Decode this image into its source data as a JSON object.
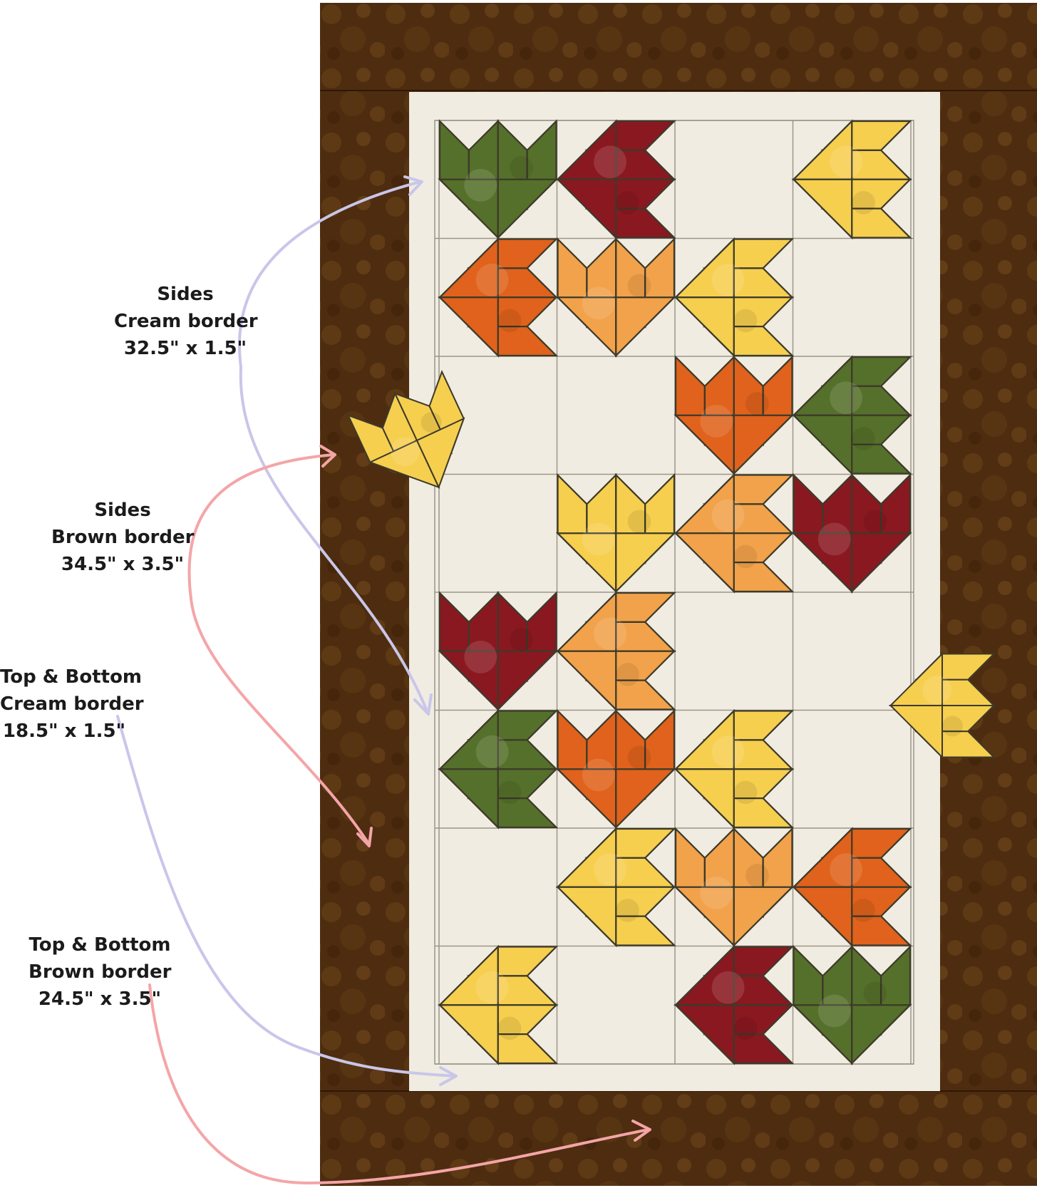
{
  "annotations": [
    {
      "id": "sides-cream",
      "line1": "Sides",
      "line2": "Cream border",
      "line3": "32.5\" x 1.5\""
    },
    {
      "id": "sides-brown",
      "line1": "Sides",
      "line2": "Brown border",
      "line3": "34.5\" x 3.5\""
    },
    {
      "id": "tb-cream",
      "line1": "Top & Bottom",
      "line2": "Cream border",
      "line3": "18.5\" x 1.5\""
    },
    {
      "id": "tb-brown",
      "line1": "Top & Bottom",
      "line2": "Brown border",
      "line3": "24.5\" x 3.5\""
    }
  ],
  "colors": {
    "brown_border": "#4e2c10",
    "brown_mottle": "#6b4517",
    "cream": "#f1ece1",
    "grid_line": "#9b958a",
    "arrow_lavender": "#c9c6ea",
    "arrow_pink": "#f4a5a8",
    "leaf_green": "#55702a",
    "leaf_red": "#8a1820",
    "leaf_orange": "#e0621c",
    "leaf_peach": "#f2a24a",
    "leaf_yellow": "#f6cf4f"
  },
  "leaves": [
    {
      "row": 0,
      "col": 0,
      "color": "green",
      "dir": "up"
    },
    {
      "row": 0,
      "col": 1,
      "color": "red",
      "dir": "right"
    },
    {
      "row": 0,
      "col": 3,
      "color": "yellow",
      "dir": "right"
    },
    {
      "row": 1,
      "col": 0,
      "color": "orange",
      "dir": "right"
    },
    {
      "row": 1,
      "col": 1,
      "color": "peach",
      "dir": "up"
    },
    {
      "row": 1,
      "col": 2,
      "color": "yellow",
      "dir": "right"
    },
    {
      "row": 2,
      "col": 2,
      "color": "orange",
      "dir": "up"
    },
    {
      "row": 2,
      "col": 3,
      "color": "green",
      "dir": "right"
    },
    {
      "row": 3,
      "col": 1,
      "color": "yellow",
      "dir": "up"
    },
    {
      "row": 3,
      "col": 2,
      "color": "peach",
      "dir": "right"
    },
    {
      "row": 3,
      "col": 3,
      "color": "red",
      "dir": "up"
    },
    {
      "row": 4,
      "col": 0,
      "color": "red",
      "dir": "up"
    },
    {
      "row": 4,
      "col": 1,
      "color": "peach",
      "dir": "right"
    },
    {
      "row": 5,
      "col": 0,
      "color": "green",
      "dir": "right"
    },
    {
      "row": 5,
      "col": 1,
      "color": "orange",
      "dir": "up"
    },
    {
      "row": 5,
      "col": 2,
      "color": "yellow",
      "dir": "right"
    },
    {
      "row": 6,
      "col": 1,
      "color": "yellow",
      "dir": "right"
    },
    {
      "row": 6,
      "col": 2,
      "color": "peach",
      "dir": "up"
    },
    {
      "row": 6,
      "col": 3,
      "color": "orange",
      "dir": "right"
    },
    {
      "row": 7,
      "col": 0,
      "color": "yellow",
      "dir": "right"
    },
    {
      "row": 7,
      "col": 2,
      "color": "red",
      "dir": "right"
    },
    {
      "row": 7,
      "col": 3,
      "color": "green",
      "dir": "up"
    }
  ]
}
